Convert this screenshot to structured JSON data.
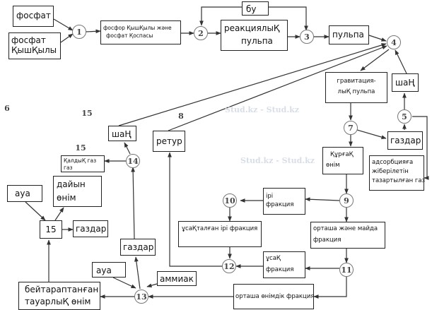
{
  "watermark": "Stud.kz - Stud.kz",
  "boxes": {
    "phosphate": [
      "фосфат"
    ],
    "phosphoric_acid": [
      "фосфат",
      "ҚышҚылы"
    ],
    "acid_mix": [
      "фосфор ҚышҚылы және",
      "фосфат Қоспасы"
    ],
    "steam": [
      "бу"
    ],
    "reaction_pulp": [
      "реакциялыҚ",
      "пульпа"
    ],
    "pulp": [
      "пульпа"
    ],
    "gravity_pulp": [
      "гравитация-",
      "лыҚ пульпа"
    ],
    "dust_right": [
      "шаҢ"
    ],
    "gases_right": [
      "газдар"
    ],
    "adsorption_gas": [
      "адсорбцияға",
      "жіберілетін",
      "тазартылған газ"
    ],
    "dry_product": [
      "ҚұрғаҚ",
      "өнім"
    ],
    "coarse_fraction": [
      "ірі",
      "фракция"
    ],
    "medium_fine_fraction": [
      "орташа және майда",
      "фракция"
    ],
    "crushed_coarse": [
      "ұсаҚталған ірі фракция"
    ],
    "fine_fraction": [
      "ұсаҚ",
      "фракция"
    ],
    "medium_product_fraction": [
      "орташа өнімдік фракция"
    ],
    "ammonia": [
      "аммиак"
    ],
    "air_bottom": [
      "ауа"
    ],
    "neutralized_product": [
      "бейтараптанған",
      "тауарлыҚ өнім"
    ],
    "gases_bottom": [
      "газдар"
    ],
    "return": [
      "ретур"
    ],
    "dust_left": [
      "шаҢ"
    ],
    "residual_gas": [
      "ҚалдыҚ газ",
      "газ"
    ],
    "ready_product": [
      "дайын",
      "өнім"
    ],
    "air_left": [
      "ауа"
    ],
    "gases_left": [
      "газдар"
    ]
  },
  "nodes": {
    "n1": "1",
    "n2": "2",
    "n3": "3",
    "n4": "4",
    "n5": "5",
    "n6": "6",
    "n7": "7",
    "n8": "8",
    "n9": "9",
    "n10": "10",
    "n11": "11",
    "n12": "12",
    "n13": "13",
    "n14": "14",
    "n15a": "15",
    "n15b": "15",
    "n15c": "15"
  },
  "colors": {
    "line": "#333333",
    "node_border": "#777777",
    "watermark": "#e6eaf0"
  }
}
